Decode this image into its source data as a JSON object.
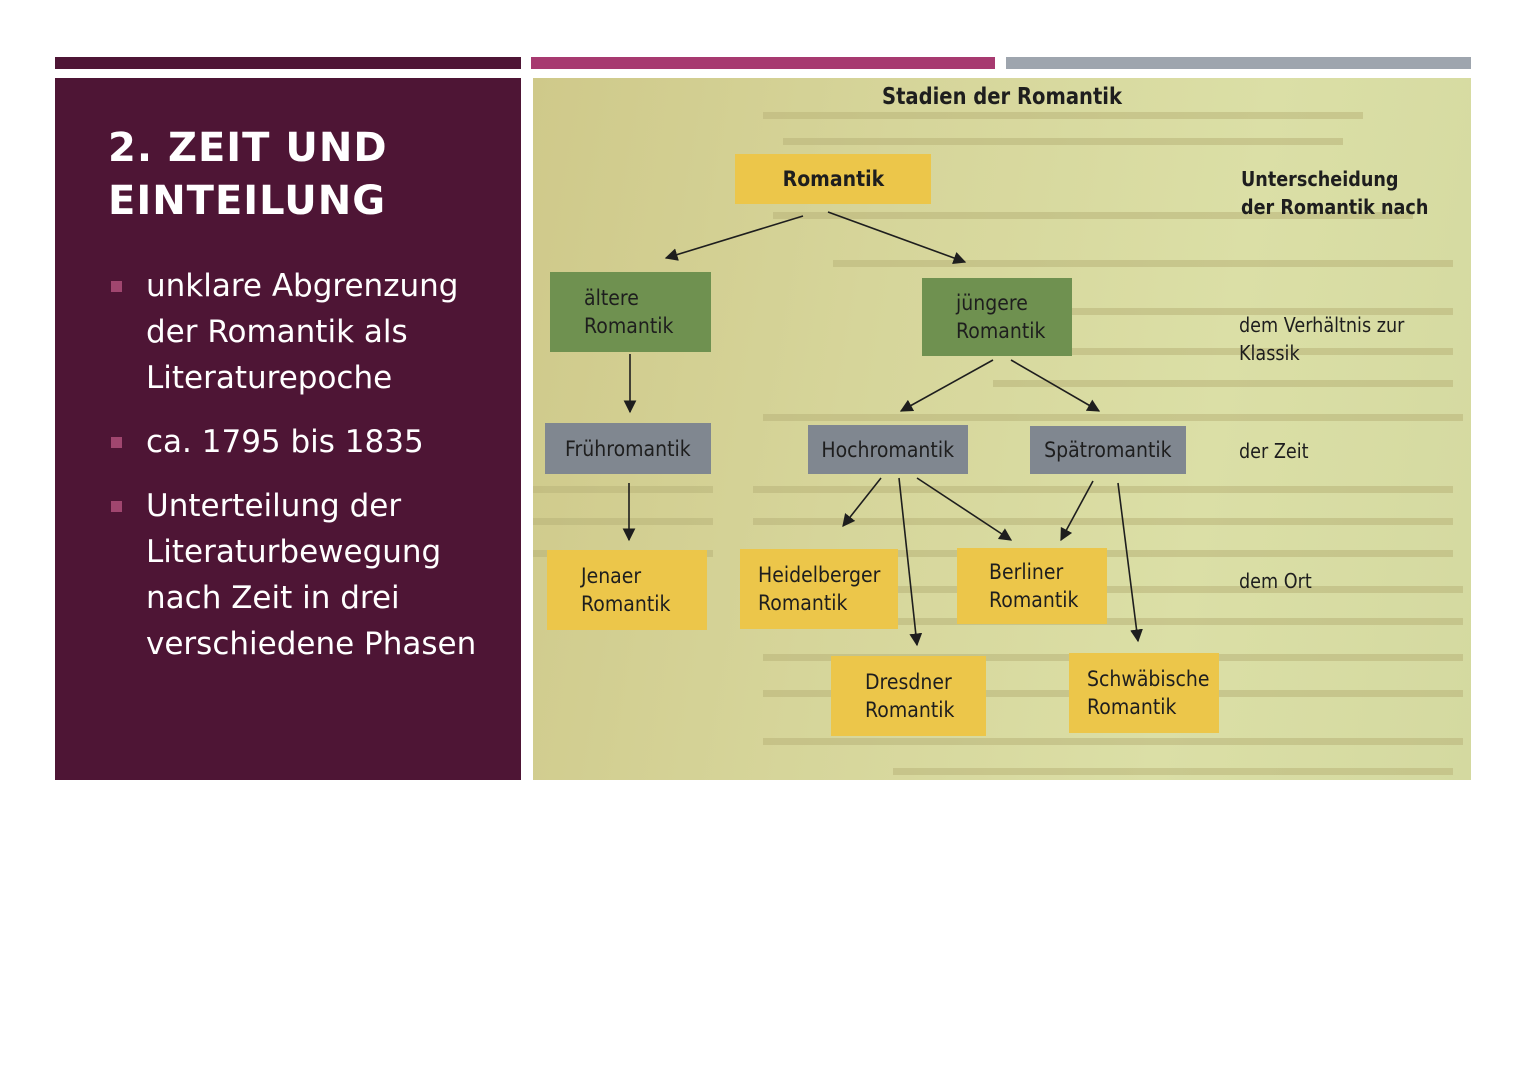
{
  "colors": {
    "panel": "#4e1535",
    "bar1": "#4e1535",
    "bar2": "#a73a70",
    "bar3": "#9ea5ae",
    "bullet_marker": "#a0466f",
    "yellow_box": "#ecc64a",
    "green_box": "#6f9150",
    "grey_box": "#808790"
  },
  "slide": {
    "title": "2. ZEIT UND EINTEILUNG",
    "bullets": [
      "unklare Abgrenzung der Romantik als Literaturepoche",
      "ca. 1795 bis 1835",
      "Unterteilung der Literaturbewegung nach Zeit in drei verschiedene Phasen"
    ]
  },
  "diagram": {
    "title": "Stadien der Romantik",
    "nodes": {
      "romantik": "Romantik",
      "aeltere": "ältere\nRomantik",
      "juengere": "jüngere\nRomantik",
      "fruehromantik": "Frühromantik",
      "hochromantik": "Hochromantik",
      "spaetromantik": "Spätromantik",
      "jenaer": "Jenaer\nRomantik",
      "heidelberger": "Heidelberger\nRomantik",
      "berliner": "Berliner\nRomantik",
      "dresdner": "Dresdner\nRomantik",
      "schwaebische": "Schwäbische\nRomantik"
    },
    "side_labels": {
      "unterscheidung": "Unterscheidung\nder Romantik nach",
      "klassik": "dem Verhältnis zur Klassik",
      "zeit": "der Zeit",
      "ort": "dem Ort"
    }
  }
}
